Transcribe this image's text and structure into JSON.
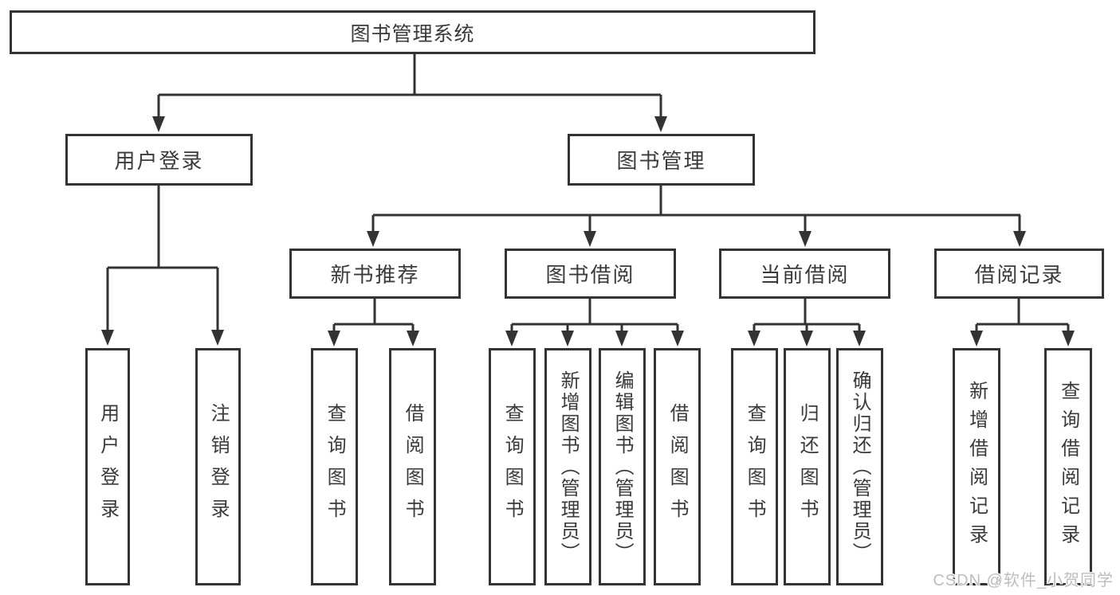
{
  "colors": {
    "line": "#333333",
    "text": "#3a3a3a",
    "watermark": "#bdbdbd",
    "background": "#ffffff"
  },
  "watermark": "CSDN @软件_小贺同学",
  "tree": {
    "root": "图书管理系统",
    "branches": [
      {
        "label": "用户登录",
        "children": [
          "用户登录",
          "注销登录"
        ]
      },
      {
        "label": "图书管理",
        "sections": [
          {
            "label": "新书推荐",
            "children": [
              "查询图书",
              "借阅图书"
            ]
          },
          {
            "label": "图书借阅",
            "children": [
              "查询图书",
              "新增图书（管理员）",
              "编辑图书（管理员）",
              "借阅图书"
            ]
          },
          {
            "label": "当前借阅",
            "children": [
              "查询图书",
              "归还图书",
              "确认归还（管理员）"
            ]
          },
          {
            "label": "借阅记录",
            "children": [
              "新增借阅记录",
              "查询借阅记录"
            ]
          }
        ]
      }
    ]
  }
}
